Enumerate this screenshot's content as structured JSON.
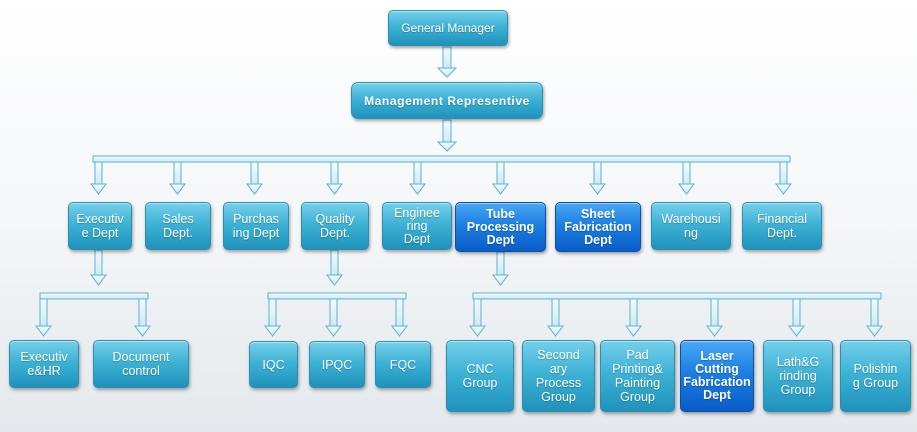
{
  "nodes": {
    "gm": "General Manager",
    "mr": "Management Representive",
    "exec_dept": "Executiv\ne Dept",
    "sales": "Sales\nDept.",
    "purchasing": "Purchas\ning Dept",
    "quality": "Quality\nDept.",
    "engineering": "Enginee\nring\nDept",
    "tube": "Tube\nProcessing\nDept",
    "sheet": "Sheet\nFabrication\nDept",
    "warehousing": "Warehousi\nng",
    "financial": "Financial\nDept.",
    "exec_hr": "Executiv\ne&HR",
    "document": "Document\ncontrol",
    "iqc": "IQC",
    "ipqc": "IPQC",
    "fqc": "FQC",
    "cnc": "CNC\nGroup",
    "secondary": "Second\nary\nProcess\nGroup",
    "pad": "Pad\nPrinting&\nPainting\nGroup",
    "laser": "Laser\nCutting\nFabrication\nDept",
    "lath": "Lath&G\nrinding\nGroup",
    "polishing": "Polishin\ng Group"
  },
  "colors": {
    "connector_fill": "#e3f3fa",
    "connector_stroke": "#58b3d2",
    "node_blue": "#3fb2d6",
    "node_highlight": "#1c7fe2"
  }
}
